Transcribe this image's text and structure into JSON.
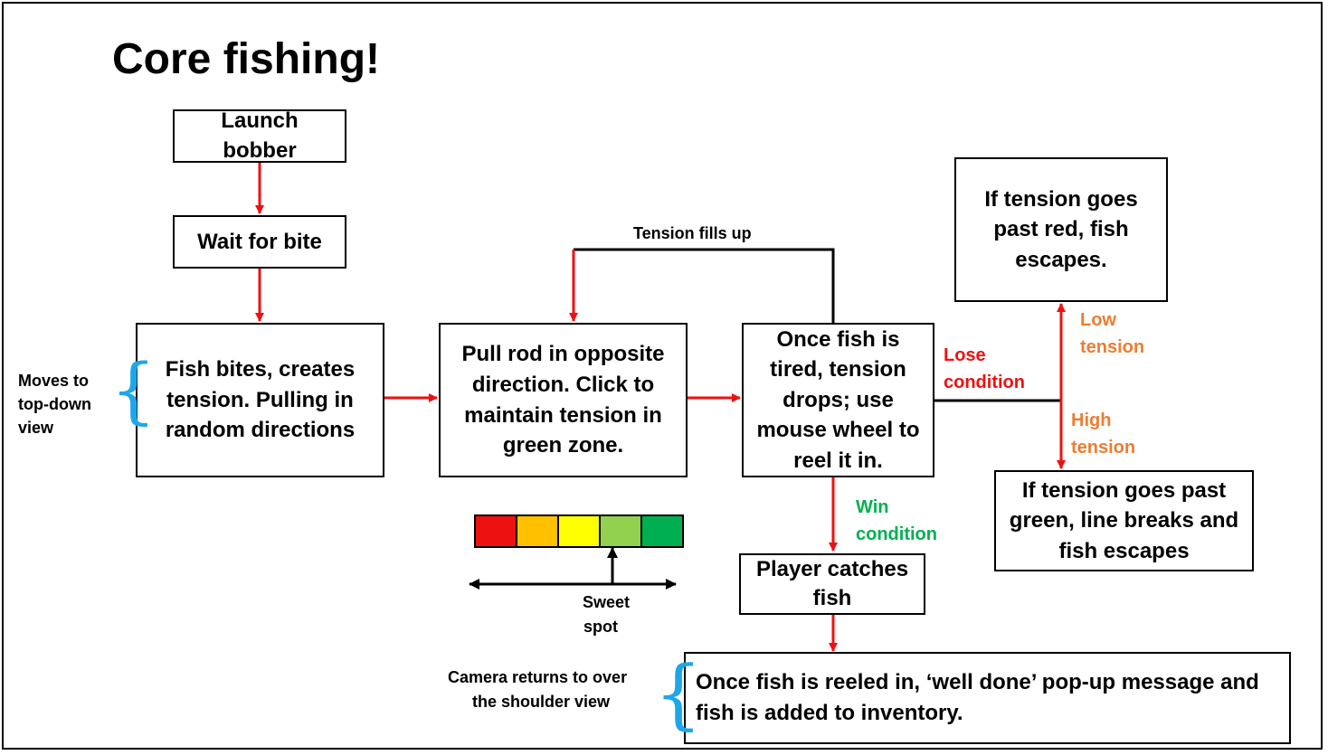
{
  "title": "Core fishing!",
  "nodes": {
    "launch": "Launch bobber",
    "wait": "Wait for bite",
    "bites": "Fish bites, creates tension. Pulling in random directions",
    "pull": "Pull rod in opposite direction. Click to maintain tension in green zone.",
    "tired": "Once fish is tired, tension drops; use mouse wheel to reel it in.",
    "catch": "Player catches fish",
    "reeled": "Once fish is reeled in, ‘well done’ pop-up message and fish is added to inventory.",
    "past_red": "If tension goes past red, fish escapes.",
    "past_green": "If tension goes past green, line breaks and fish escapes"
  },
  "labels": {
    "tension_fills": "Tension fills up",
    "lose_1": "Lose",
    "lose_2": "condition",
    "win_1": "Win",
    "win_2": "condition",
    "low_1": "Low",
    "low_2": "tension",
    "high_1": "High",
    "high_2": "tension",
    "moves_1": "Moves to",
    "moves_2": "top-down",
    "moves_3": "view",
    "camera_1": "Camera returns to over",
    "camera_2": "the shoulder view",
    "sweet_1": "Sweet",
    "sweet_2": "spot"
  },
  "colors": {
    "arrow_red": "#ee1111",
    "line_black": "#000000",
    "brace_blue": "#1ea7e8",
    "win_green": "#00b050",
    "lose_red": "#ee1111",
    "tension_orange": "#ed7d31"
  },
  "tension_meter": [
    "#ee1111",
    "#ffc000",
    "#ffff00",
    "#92d050",
    "#00b050"
  ]
}
